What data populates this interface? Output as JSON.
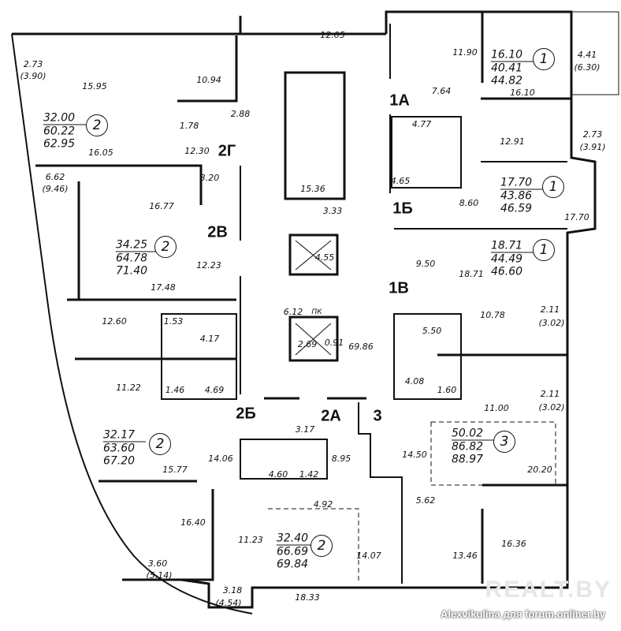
{
  "sections": {
    "s1a": "1А",
    "s1b": "1Б",
    "s1v": "1В",
    "s2a": "2А",
    "s2b": "2Б",
    "s2v": "2В",
    "s2g": "2Г",
    "s3": "3"
  },
  "apartments": [
    {
      "id": "2Г",
      "living": "32.00",
      "total": "60.22",
      "total_with_balcony": "62.95",
      "rooms": "2"
    },
    {
      "id": "2В",
      "living": "34.25",
      "total": "64.78",
      "total_with_balcony": "71.40",
      "rooms": "2"
    },
    {
      "id": "2Б",
      "living": "32.17",
      "total": "63.60",
      "total_with_balcony": "67.20",
      "rooms": "2"
    },
    {
      "id": "2А",
      "living": "32.40",
      "total": "66.69",
      "total_with_balcony": "69.84",
      "rooms": "2"
    },
    {
      "id": "1А",
      "living": "16.10",
      "total": "40.41",
      "total_with_balcony": "44.82",
      "rooms": "1"
    },
    {
      "id": "1Б",
      "living": "17.70",
      "total": "43.86",
      "total_with_balcony": "46.59",
      "rooms": "1"
    },
    {
      "id": "1В",
      "living": "18.71",
      "total": "44.49",
      "total_with_balcony": "46.60",
      "rooms": "1"
    },
    {
      "id": "3",
      "living": "50.02",
      "total": "86.82",
      "total_with_balcony": "88.97",
      "rooms": "3"
    }
  ],
  "rooms": [
    "2.73",
    "(3.90)",
    "15.95",
    "10.94",
    "1.78",
    "2.88",
    "12.05",
    "16.05",
    "12.30",
    "15.36",
    "3.20",
    "6.62",
    "(9.46)",
    "16.77",
    "3.33",
    "12.23",
    "17.48",
    "4.55",
    "11.90",
    "7.64",
    "16.10",
    "4.41",
    "(6.30)",
    "4.77",
    "12.91",
    "2.73",
    "(3.91)",
    "4.65",
    "8.60",
    "17.70",
    "9.50",
    "18.71",
    "12.60",
    "1.53",
    "4.17",
    "6.12",
    "ПК",
    "2.69",
    "0.91",
    "69.86",
    "10.78",
    "2.11",
    "(3.02)",
    "5.50",
    "11.22",
    "1.46",
    "4.69",
    "4.08",
    "1.60",
    "2.11",
    "(3.02)",
    "11.00",
    "15.77",
    "14.06",
    "3.17",
    "8.95",
    "4.60",
    "1.42",
    "14.50",
    "20.20",
    "4.92",
    "5.62",
    "16.40",
    "11.23",
    "14.07",
    "13.46",
    "16.36",
    "3.60",
    "(5.14)",
    "3.18",
    "(4.54)",
    "18.33"
  ],
  "watermark": {
    "brand": "REALT.BY",
    "credit": "Alexvikulina для forum.onliner.by"
  }
}
